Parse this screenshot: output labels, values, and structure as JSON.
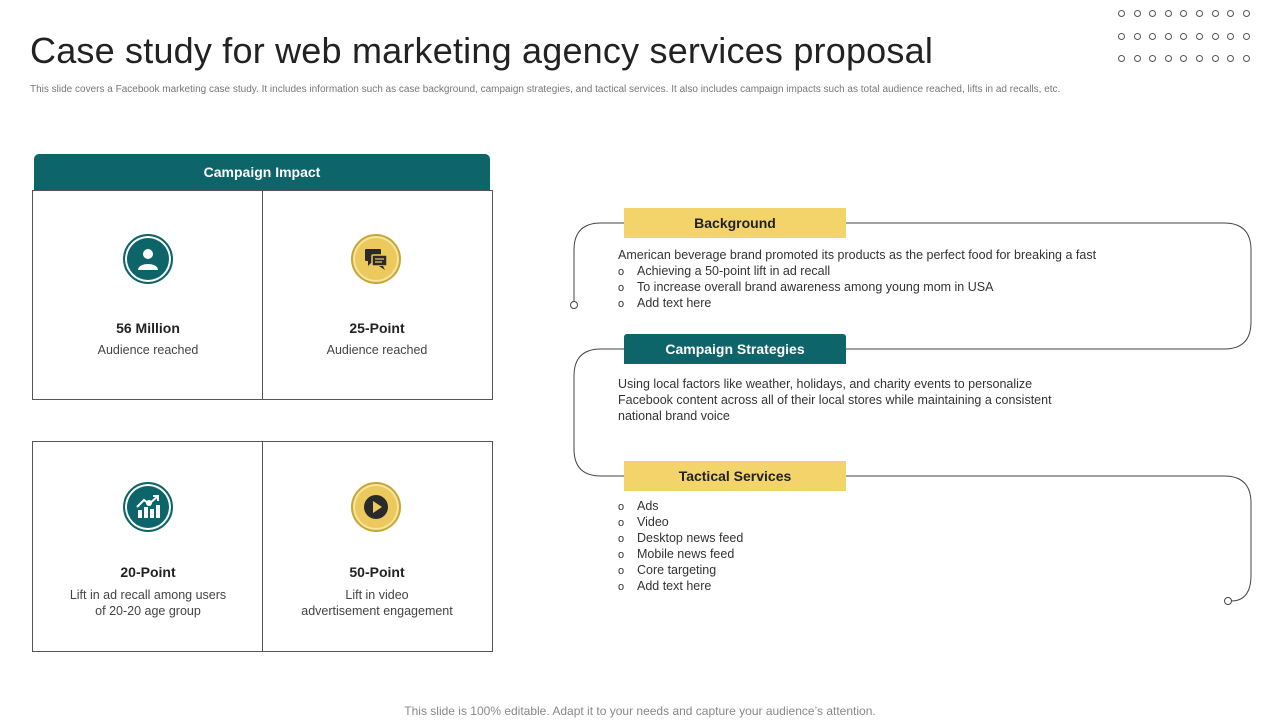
{
  "title": "Case study for web marketing agency services proposal",
  "subtitle": "This slide covers a Facebook marketing case study. It includes information such as case background, campaign strategies, and tactical services. It also includes campaign impacts such as total audience reached, lifts in ad recalls, etc.",
  "impact": {
    "header": "Campaign Impact",
    "cells": [
      {
        "value": "56 Million",
        "label": "Audience reached",
        "icon": "user-icon"
      },
      {
        "value": "25-Point",
        "label": "Audience reached",
        "icon": "chat-icon"
      },
      {
        "value": "20-Point",
        "label": "Lift in ad recall among users of 20-20 age group",
        "label_line1": "Lift in ad recall among users",
        "label_line2": "of 20-20 age group",
        "icon": "growth-chart-icon"
      },
      {
        "value": "50-Point",
        "label_line1": "Lift in video",
        "label_line2": "advertisement  engagement",
        "icon": "play-icon"
      }
    ]
  },
  "background": {
    "heading": "Background",
    "intro": "American beverage  brand promoted its products as the perfect food for breaking a fast",
    "bullets": [
      "Achieving a 50-point  lift in ad recall",
      "To increase overall  brand awareness among young mom in USA",
      "Add text here"
    ]
  },
  "strategies": {
    "heading": "Campaign Strategies",
    "lines": [
      "Using local factors like weather, holidays, and charity events to personalize",
      "Facebook content across all of their local stores while maintaining a consistent",
      "national brand voice"
    ]
  },
  "tactical": {
    "heading": "Tactical Services",
    "bullets": [
      "Ads",
      "Video",
      "Desktop news feed",
      "Mobile news feed",
      "Core targeting",
      "Add text here"
    ]
  },
  "bullet_char": "o",
  "footer": "This slide is 100% editable. Adapt it to your needs and capture your audience’s attention.",
  "colors": {
    "teal": "#0d6469",
    "gold": "#f2d46b",
    "border": "#555555"
  }
}
